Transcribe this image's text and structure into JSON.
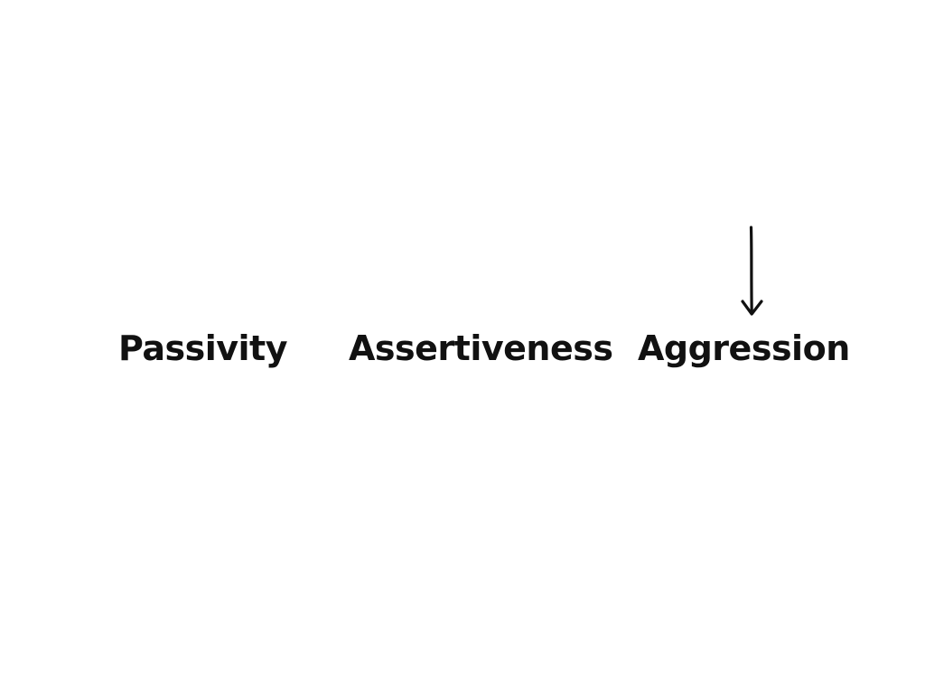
{
  "spectrum": {
    "terms": [
      "Passivity",
      "Assertiveness",
      "Aggression"
    ]
  },
  "pointer": {
    "icon": "down-arrow-icon",
    "points_to": "Aggression",
    "color": "#111111"
  }
}
